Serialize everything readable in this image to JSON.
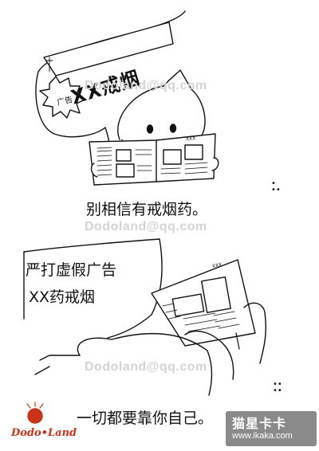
{
  "panel1": {
    "banner_text": "XX戒烟",
    "starburst_text": "广告",
    "caption": "别相信有戒烟药。",
    "newspaper_label": "XXX"
  },
  "panel2": {
    "sign_line1": "严打虚假广告",
    "sign_line2": "XX药戒烟",
    "caption": "一切都要靠你自己。",
    "newspaper_label": "XXX"
  },
  "watermarks": [
    "Dodoland@qq.com",
    "Dodoland@qq.com",
    "Dodoland@qq.com"
  ],
  "logo": {
    "text": "Dodo•Land",
    "color": "#c7341b"
  },
  "site_badge": {
    "name": "猫星卡卡",
    "url": "www.ikaka.com"
  }
}
